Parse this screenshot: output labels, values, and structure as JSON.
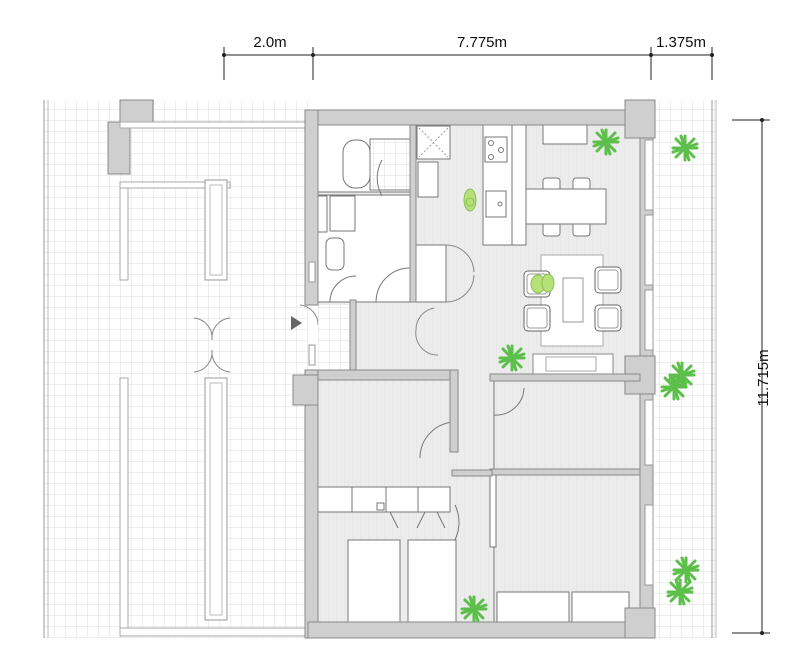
{
  "dimensions": {
    "top": [
      "2.0m",
      "7.775m",
      "1.375m"
    ],
    "right": "11.715m"
  },
  "colors": {
    "wall": "#cfcfcf",
    "floor": "#ebebeb",
    "terrace_grid": "#dcdcdc",
    "plant": "#5cbf4a",
    "person": "#b5e07a",
    "line": "#777777"
  }
}
